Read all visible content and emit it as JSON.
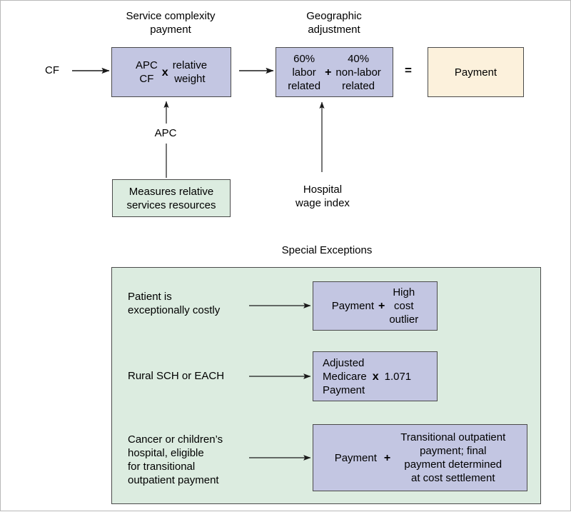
{
  "diagram": {
    "title_top_left": "Service complexity\npayment",
    "title_top_right": "Geographic\nadjustment",
    "cf_label": "CF",
    "equals_sign": "=",
    "apc_arrow_label": "APC",
    "hospital_wage_index_label": "Hospital\nwage index",
    "service_box": {
      "left_text": "APC\nCF",
      "operator": "x",
      "right_text": "relative\nweight"
    },
    "geographic_box": {
      "left_text": "60%\nlabor\nrelated",
      "operator": "+",
      "right_text": "40%\nnon-labor\nrelated"
    },
    "payment_box": {
      "text": "Payment"
    },
    "measures_box": {
      "text": "Measures relative\nservices resources"
    }
  },
  "exceptions": {
    "title": "Special Exceptions",
    "rows": [
      {
        "condition": "Patient is\nexceptionally costly",
        "result_left": "Payment",
        "result_operator": "+",
        "result_right": "High\ncost\noutlier"
      },
      {
        "condition": "Rural SCH or EACH",
        "result_left": "Adjusted\nMedicare\nPayment",
        "result_operator": "x",
        "result_right": "1.071"
      },
      {
        "condition": "Cancer or children’s\nhospital, eligible\nfor transitional\noutpatient payment",
        "result_left": "Payment",
        "result_operator": "+",
        "result_right": "Transitional outpatient\npayment; final\npayment determined\nat cost settlement"
      }
    ]
  },
  "colors": {
    "purple_fill": "#c3c6e2",
    "cream_fill": "#fcf1dc",
    "green_fill": "#dcece0",
    "box_border": "#4a4a4a",
    "arrow": "#1a1a1a",
    "text": "#000000",
    "page_border": "#b9b9b9"
  }
}
